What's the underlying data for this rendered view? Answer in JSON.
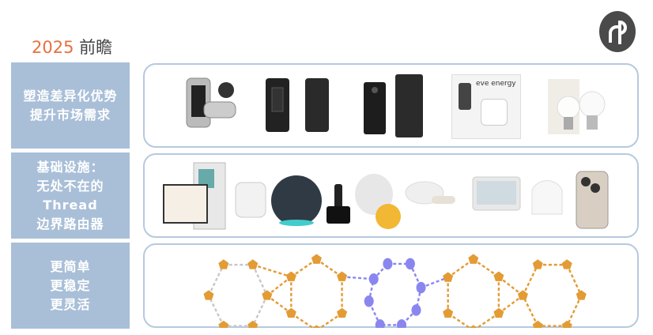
{
  "title": {
    "year": "2025",
    "text": "前瞻"
  },
  "logo": {
    "name": "company-logo"
  },
  "rows": [
    {
      "lines": [
        "塑造差异化优势",
        "提升市场需求"
      ],
      "products": [
        "smart-lock-keypad-silver",
        "smart-lock-keypad-black",
        "smart-lock-video-black",
        "eve-energy-plug",
        "smart-bulbs"
      ]
    },
    {
      "lines": [
        "基础设施：",
        "无处不在的",
        "Thread",
        "边界路由器"
      ],
      "products": [
        "smart-tv-fridge",
        "eero-router",
        "echo-speaker",
        "apple-tv",
        "homepod-mini",
        "chromecast",
        "nest-hub",
        "nest-wifi",
        "iphone"
      ]
    },
    {
      "lines": [
        "更简单",
        "更稳定",
        "更灵活"
      ]
    }
  ],
  "product_text": {
    "eve": "eve energy"
  },
  "colors": {
    "accent": "#e8703f",
    "label_bg": "#a9bfd8",
    "node_orange": "#e39b34",
    "node_purple": "#8a86f0",
    "edge_grey": "#c8c8c8"
  }
}
